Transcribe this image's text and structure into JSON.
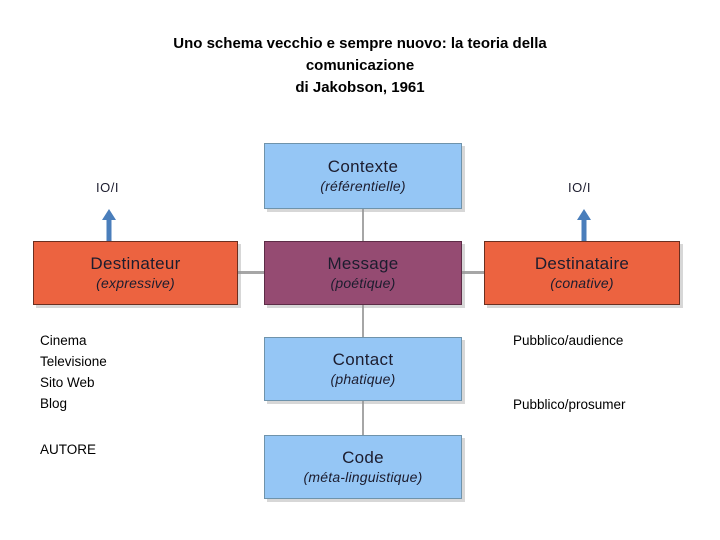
{
  "title": {
    "line1": "Uno schema vecchio e sempre nuovo: la teoria della",
    "line2": "comunicazione",
    "line3": "di Jakobson, 1961"
  },
  "colors": {
    "blue_fill": "#95c6f5",
    "orange_fill": "#ec6340",
    "purple_fill": "#954b72",
    "arrow_blue": "#4a7ebb",
    "connector_gray": "#a6a6a6",
    "text_dark": "#1c1c2e"
  },
  "boxes": {
    "contexte": {
      "title": "Contexte",
      "subtitle": "(référentielle)"
    },
    "destinateur": {
      "title": "Destinateur",
      "subtitle": "(expressive)"
    },
    "message": {
      "title": "Message",
      "subtitle": "(poétique)"
    },
    "destinataire": {
      "title": "Destinataire",
      "subtitle": "(conative)"
    },
    "contact": {
      "title": "Contact",
      "subtitle": "(phatique)"
    },
    "code": {
      "title": "Code",
      "subtitle": "(méta-linguistique)"
    }
  },
  "annotations": {
    "ioi_left": "IO/I",
    "ioi_right": "IO/I",
    "autore_list": "Cinema\nTelevisione\nSito Web\nBlog",
    "autore_role": "AUTORE",
    "pubblico_audience": "Pubblico/audience",
    "pubblico_prosumer": "Pubblico/prosumer"
  }
}
